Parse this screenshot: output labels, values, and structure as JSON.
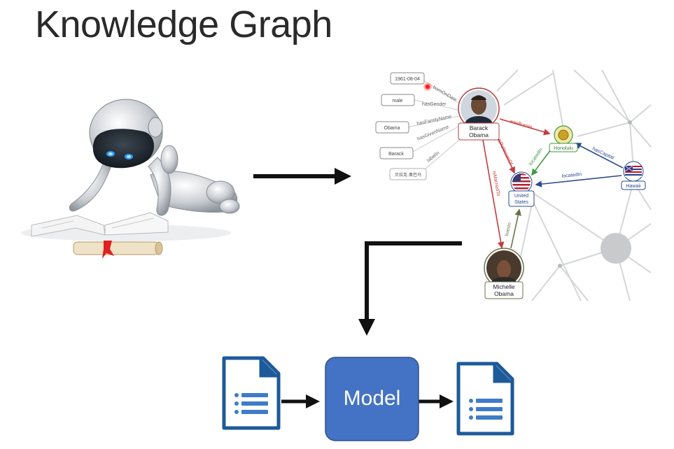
{
  "title": "Knowledge Graph",
  "model_label": "Model",
  "graph": {
    "literals": [
      "1961-08-04",
      "male",
      "Obama",
      "Barack",
      "贝拉克·奥巴马"
    ],
    "literal_relations": [
      "bornOnDate",
      "hasGender",
      "hasFamilyName",
      "hasGivenName",
      "labelIn"
    ],
    "entities": {
      "barack": [
        "Barack",
        "Obama"
      ],
      "honolulu": "Honolulu",
      "hawaii": "Hawaii",
      "united_states": [
        "United",
        "States"
      ],
      "michelle": [
        "Michelle",
        "Obama"
      ]
    },
    "relations": {
      "was_born_in": "wasBornIn",
      "is_married_to": "isMarriedTo",
      "is_politician_of": "isPoliticianOf",
      "located_in_honolulu": "locatedIn",
      "has_capital": "hasCapital",
      "located_in_hawaii": "locatedIn",
      "lives_in": "livesIn"
    }
  },
  "colors": {
    "red": "#c43c3c",
    "green": "#3f9a3f",
    "blue": "#2a4a8f",
    "olive": "#6a7348",
    "doc_blue": "#1d5a9a",
    "model_fill": "#4472c4",
    "model_border": "#2f528f",
    "arrow": "#111111"
  },
  "icons": [
    "robot-reading-illustration",
    "document-icon",
    "flag-icon"
  ]
}
